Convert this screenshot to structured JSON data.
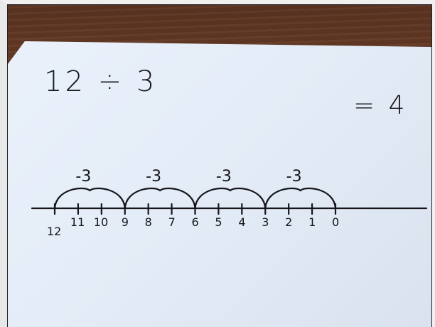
{
  "equation": "12 ÷ 3",
  "answer": "= 4",
  "number_line": {
    "tick_labels": [
      "12",
      "11",
      "10",
      "9",
      "8",
      "7",
      "6",
      "5",
      "4",
      "3",
      "2",
      "1",
      "0"
    ],
    "jump_labels": [
      "-3",
      "-3",
      "-3",
      "-3"
    ]
  },
  "colors": {
    "ink": "#15151a",
    "paper": "#e4ecf7",
    "table": "#6d3f27"
  }
}
